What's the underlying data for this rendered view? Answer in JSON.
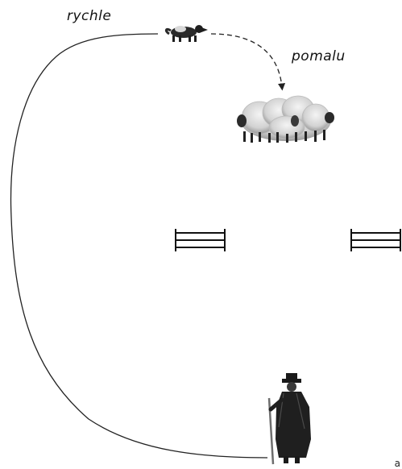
{
  "labels": {
    "fast": "rychle",
    "slow": "pomalu"
  },
  "corner_mark": "a",
  "colors": {
    "line": "#222222",
    "background": "#ffffff"
  },
  "figures": {
    "dog": "sheepdog-icon",
    "flock": "sheep-flock-icon",
    "shepherd": "shepherd-icon",
    "gate_left": "gate-icon",
    "gate_right": "gate-icon"
  }
}
